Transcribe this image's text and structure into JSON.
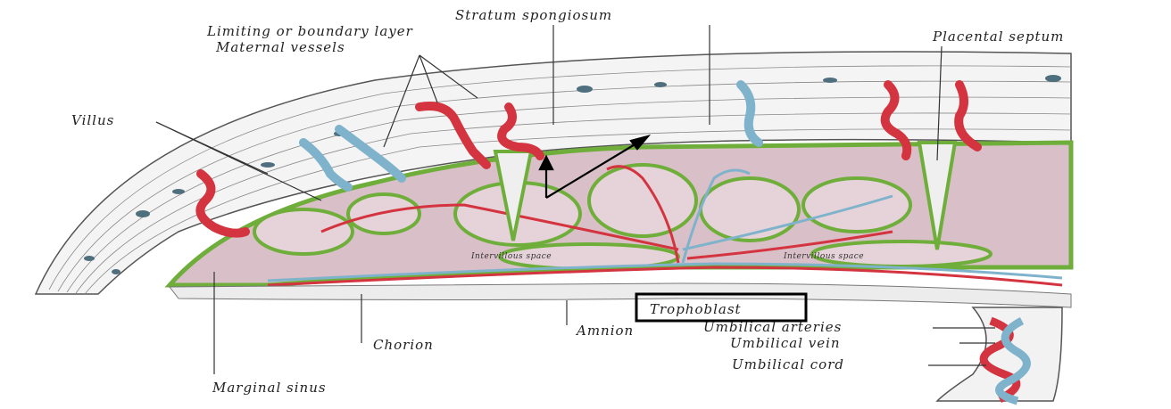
{
  "labels": {
    "stratum_spongiosum": "Stratum spongiosum",
    "limiting_layer": "Limiting or boundary layer",
    "maternal_vessels": "Maternal vessels",
    "placental_septum": "Placental septum",
    "villus": "Villus",
    "intervillous_space_left": "Intervillous space",
    "intervillous_space_right": "Intervillous space",
    "trophoblast": "Trophoblast",
    "umbilical_arteries": "Umbilical arteries",
    "umbilical_vein": "Umbilical vein",
    "umbilical_cord": "Umbilical cord",
    "chorion": "Chorion",
    "amnion": "Amnion",
    "marginal_sinus": "Marginal sinus"
  },
  "colors": {
    "artery": "#d4343f",
    "vein": "#7fb3cc",
    "villus_outline": "#6fae3a",
    "intervillous": "#c9a9b6",
    "tissue_line": "#777777",
    "annotation": "#000000"
  }
}
